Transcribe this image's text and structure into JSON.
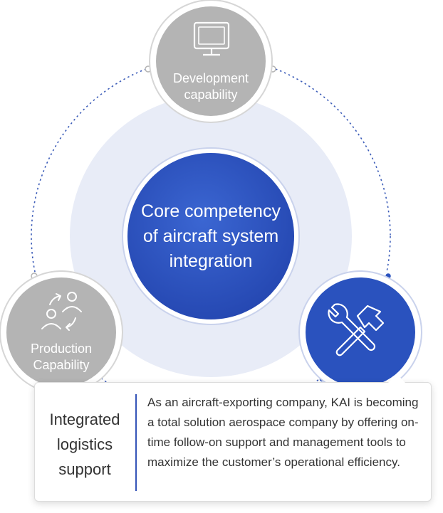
{
  "colors": {
    "accent_blue": "#2a52be",
    "node_gray": "#b4b4b4",
    "halo": "#e8ecf7"
  },
  "center": {
    "line1": "Core competency",
    "line2": "of aircraft system",
    "line3": "integration"
  },
  "nodes": {
    "development": {
      "line1": "Development",
      "line2": "capability",
      "icon": "monitor-icon"
    },
    "production": {
      "line1": "Production",
      "line2": "Capability",
      "icon": "people-exchange-icon"
    },
    "logistics": {
      "icon": "wrench-hammer-icon"
    }
  },
  "card": {
    "title_line1": "Integrated",
    "title_line2": "logistics",
    "title_line3": "support",
    "description": "As an aircraft-exporting company, KAI is becoming a total solution aerospace company by offering on-time follow-on support and management tools to maximize the customer’s operational efficiency."
  }
}
